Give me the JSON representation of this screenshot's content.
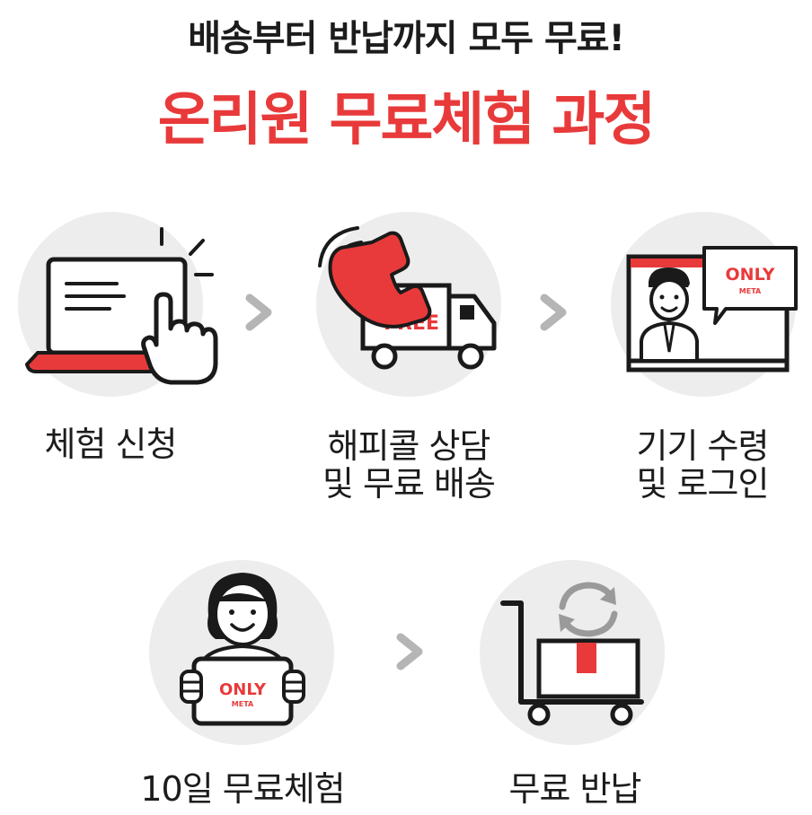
{
  "header": {
    "subtitle": "배송부터 반납까지 모두 무료!",
    "title": "온리원 무료체험 과정"
  },
  "colors": {
    "accent": "#e83a3a",
    "circle": "#ededed",
    "arrow": "#b5b5b5",
    "text": "#1c1c1c"
  },
  "steps": [
    {
      "line1": "체험 신청",
      "line2": "",
      "icon": "laptop-tap-icon"
    },
    {
      "line1": "해피콜 상담",
      "line2": "및 무료 배송",
      "icon": "phone-truck-icon"
    },
    {
      "line1": "기기 수령",
      "line2": "및 로그인",
      "icon": "monitor-login-icon"
    },
    {
      "line1": "10일 무료체험",
      "line2": "",
      "icon": "person-tablet-icon"
    },
    {
      "line1": "무료 반납",
      "line2": "",
      "icon": "cart-return-icon"
    }
  ],
  "brand": {
    "logo_top": "ONLY",
    "logo_bottom": "META"
  },
  "truck_text": "FREE"
}
